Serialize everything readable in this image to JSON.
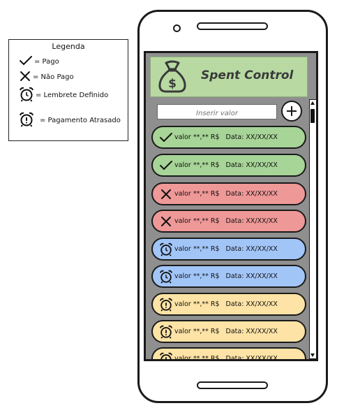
{
  "legend": {
    "title": "Legenda",
    "items": [
      {
        "icon": "check-icon",
        "label": "= Pago"
      },
      {
        "icon": "x-icon",
        "label": "= Não Pago"
      },
      {
        "icon": "alarm-clock-icon",
        "label": "= Lembrete Definido"
      },
      {
        "icon": "alarm-alert-icon",
        "label": "= Pagamento Atrasado"
      }
    ]
  },
  "app": {
    "title": "Spent Control",
    "logo_icon": "money-bag-icon",
    "input_placeholder": "Inserir valor",
    "add_icon": "plus-circle-icon"
  },
  "entries": [
    {
      "status": "pago",
      "icon": "check-icon",
      "value": "valor **,** R$",
      "date": "Data: XX/XX/XX",
      "color": "#a7d497"
    },
    {
      "status": "pago",
      "icon": "check-icon",
      "value": "valor **,** R$",
      "date": "Data: XX/XX/XX",
      "color": "#a7d497"
    },
    {
      "status": "nao-pago",
      "icon": "x-icon",
      "value": "valor **,** R$",
      "date": "Data: XX/XX/XX",
      "color": "#ee9897"
    },
    {
      "status": "nao-pago",
      "icon": "x-icon",
      "value": "valor **,** R$",
      "date": "Data: XX/XX/XX",
      "color": "#ee9897"
    },
    {
      "status": "lembrete",
      "icon": "alarm-clock-icon",
      "value": "valor **,** R$",
      "date": "Data: XX/XX/XX",
      "color": "#a2c5f8"
    },
    {
      "status": "lembrete",
      "icon": "alarm-clock-icon",
      "value": "valor **,** R$",
      "date": "Data: XX/XX/XX",
      "color": "#a2c5f8"
    },
    {
      "status": "atrasado",
      "icon": "alarm-alert-icon",
      "value": "valor **,** R$",
      "date": "Data: XX/XX/XX",
      "color": "#fde3a5"
    },
    {
      "status": "atrasado",
      "icon": "alarm-alert-icon",
      "value": "valor **,** R$",
      "date": "Data: XX/XX/XX",
      "color": "#fde3a5"
    },
    {
      "status": "atrasado",
      "icon": "alarm-alert-icon",
      "value": "valor **,** R$",
      "date": "Data: XX/XX/XX",
      "color": "#fde3a5"
    }
  ]
}
